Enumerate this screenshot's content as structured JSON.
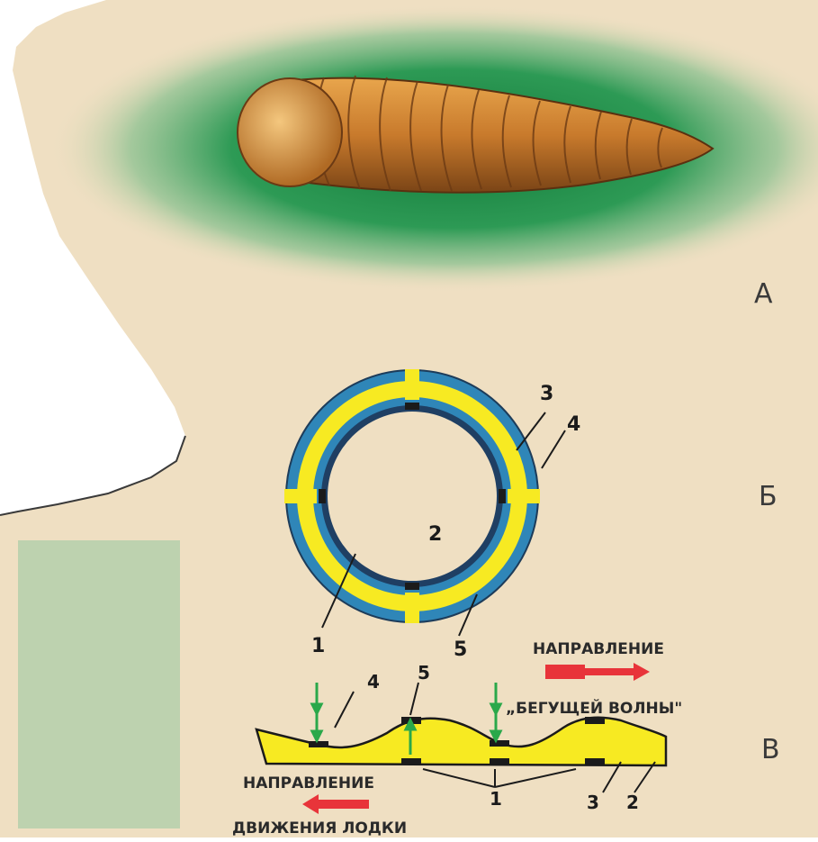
{
  "panels": {
    "a": "А",
    "b": "Б",
    "v": "В"
  },
  "ring_labels": {
    "n1": "1",
    "n2": "2",
    "n3": "3",
    "n4": "4",
    "n5": "5"
  },
  "wave_labels": {
    "n1": "1",
    "n2": "2",
    "n3": "3",
    "n4": "4",
    "n5": "5"
  },
  "captions": {
    "wave_dir_line1": "НАПРАВЛЕНИЕ",
    "wave_dir_line2": "„БЕГУЩЕЙ ВОЛНЫ\"",
    "boat_dir_line1": "НАПРАВЛЕНИЕ",
    "boat_dir_line2": "ДВИЖЕНИЯ ЛОДКИ"
  },
  "colors": {
    "paper": "#efdfc2",
    "water": "#2d9a55",
    "yellow": "#f7ea22",
    "blue": "#2f86b8",
    "arrow_red": "#e8343a",
    "arrow_green": "#2aa84a"
  }
}
